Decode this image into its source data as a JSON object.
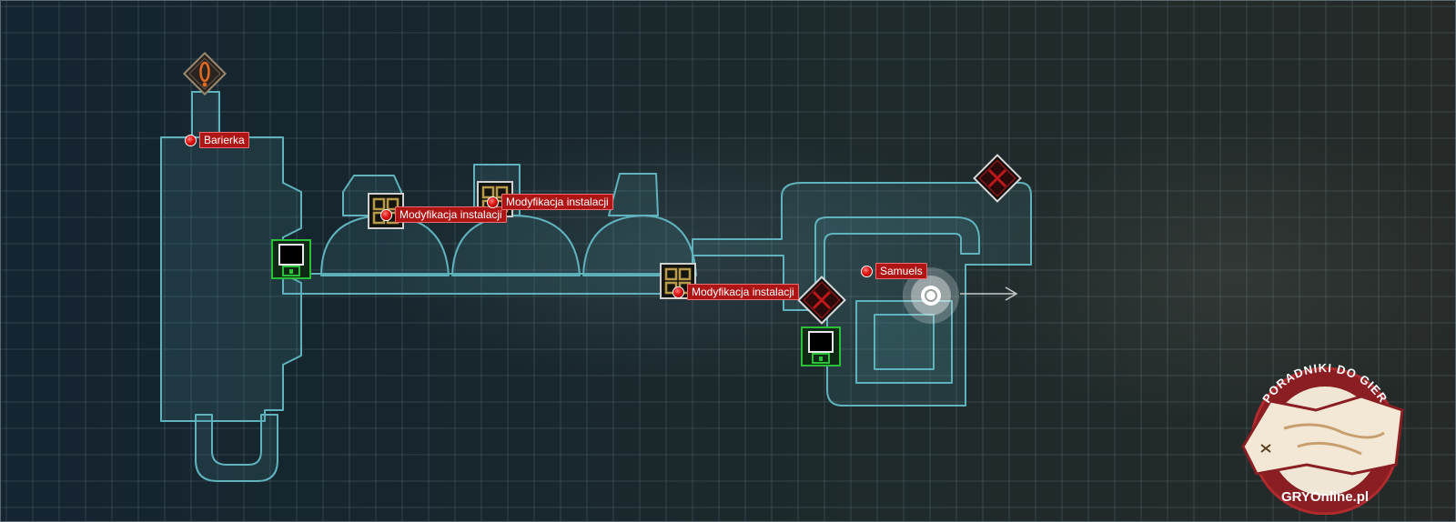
{
  "colors": {
    "wall": "#5fb3bd",
    "floor": "rgba(70,140,150,0.20)",
    "grid": "rgba(170,200,210,0.18)",
    "marker_red": "#e01010",
    "save_green": "#2bbf3a",
    "mod_gold": "#b89a4a"
  },
  "markers": [
    {
      "label": "Barierka"
    },
    {
      "label": "Modyfikacja instalacji"
    },
    {
      "label": "Modyfikacja instalacji"
    },
    {
      "label": "Modyfikacja instalacji"
    },
    {
      "label": "Samuels"
    }
  ],
  "icons": {
    "alert": "warning-exclamation-icon",
    "save": "save-station-icon",
    "mod": "modification-station-icon",
    "blocked": "blocked-passage-icon",
    "player": "player-position-icon",
    "exit": "exit-arrow-icon"
  },
  "watermark": {
    "top_text": "PORADNIKI DO GIER",
    "bottom_text": "GRYOnline.pl"
  }
}
